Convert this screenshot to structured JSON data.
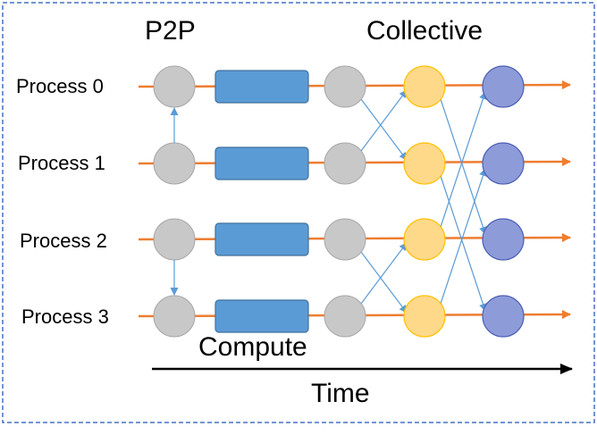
{
  "headings": {
    "p2p": "P2P",
    "collective": "Collective"
  },
  "processes": [
    "Process 0",
    "Process 1",
    "Process 2",
    "Process 3"
  ],
  "labels": {
    "compute": "Compute",
    "time": "Time"
  },
  "colors": {
    "border": "#4472C4",
    "timeline": "#ED7D31",
    "p2p_arrow": "#5B9BD5",
    "grey_fill": "#C8C8C8",
    "grey_stroke": "#A6A6A6",
    "compute_fill": "#5B9BD5",
    "compute_stroke": "#41719C",
    "yellow_fill": "#FFD98A",
    "yellow_stroke": "#FFC000",
    "purple_fill": "#8E9BD9",
    "purple_stroke": "#4A5FB3"
  }
}
